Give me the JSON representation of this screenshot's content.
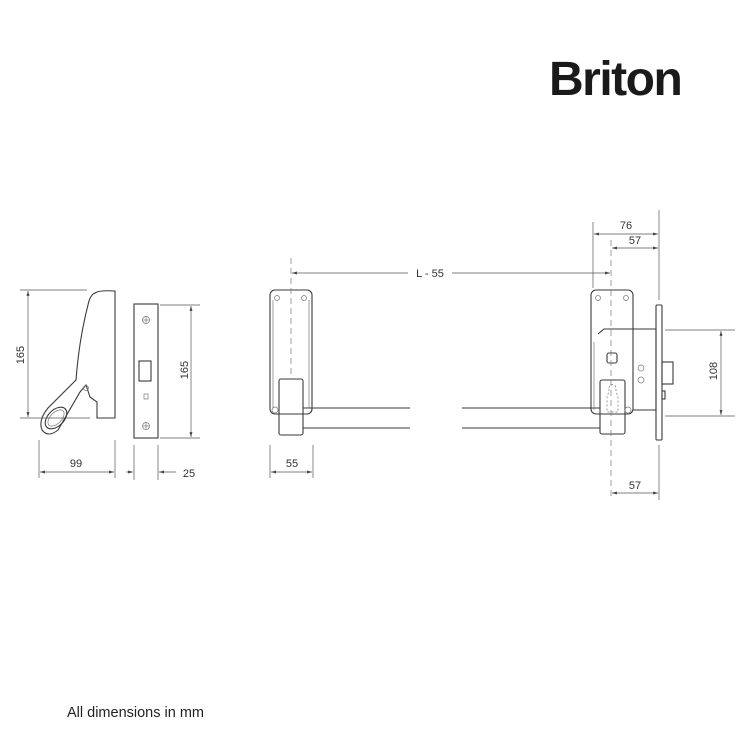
{
  "brand": "Briton",
  "footer": "All dimensions in mm",
  "dimensions": {
    "handle_height": "165",
    "handle_depth": "99",
    "forend_height": "165",
    "forend_width": "25",
    "pad_depth": "55",
    "bar_length": "L - 55",
    "lock_overall": "76",
    "lock_backset_top": "57",
    "lock_backset_bottom": "57",
    "lock_height": "108"
  }
}
